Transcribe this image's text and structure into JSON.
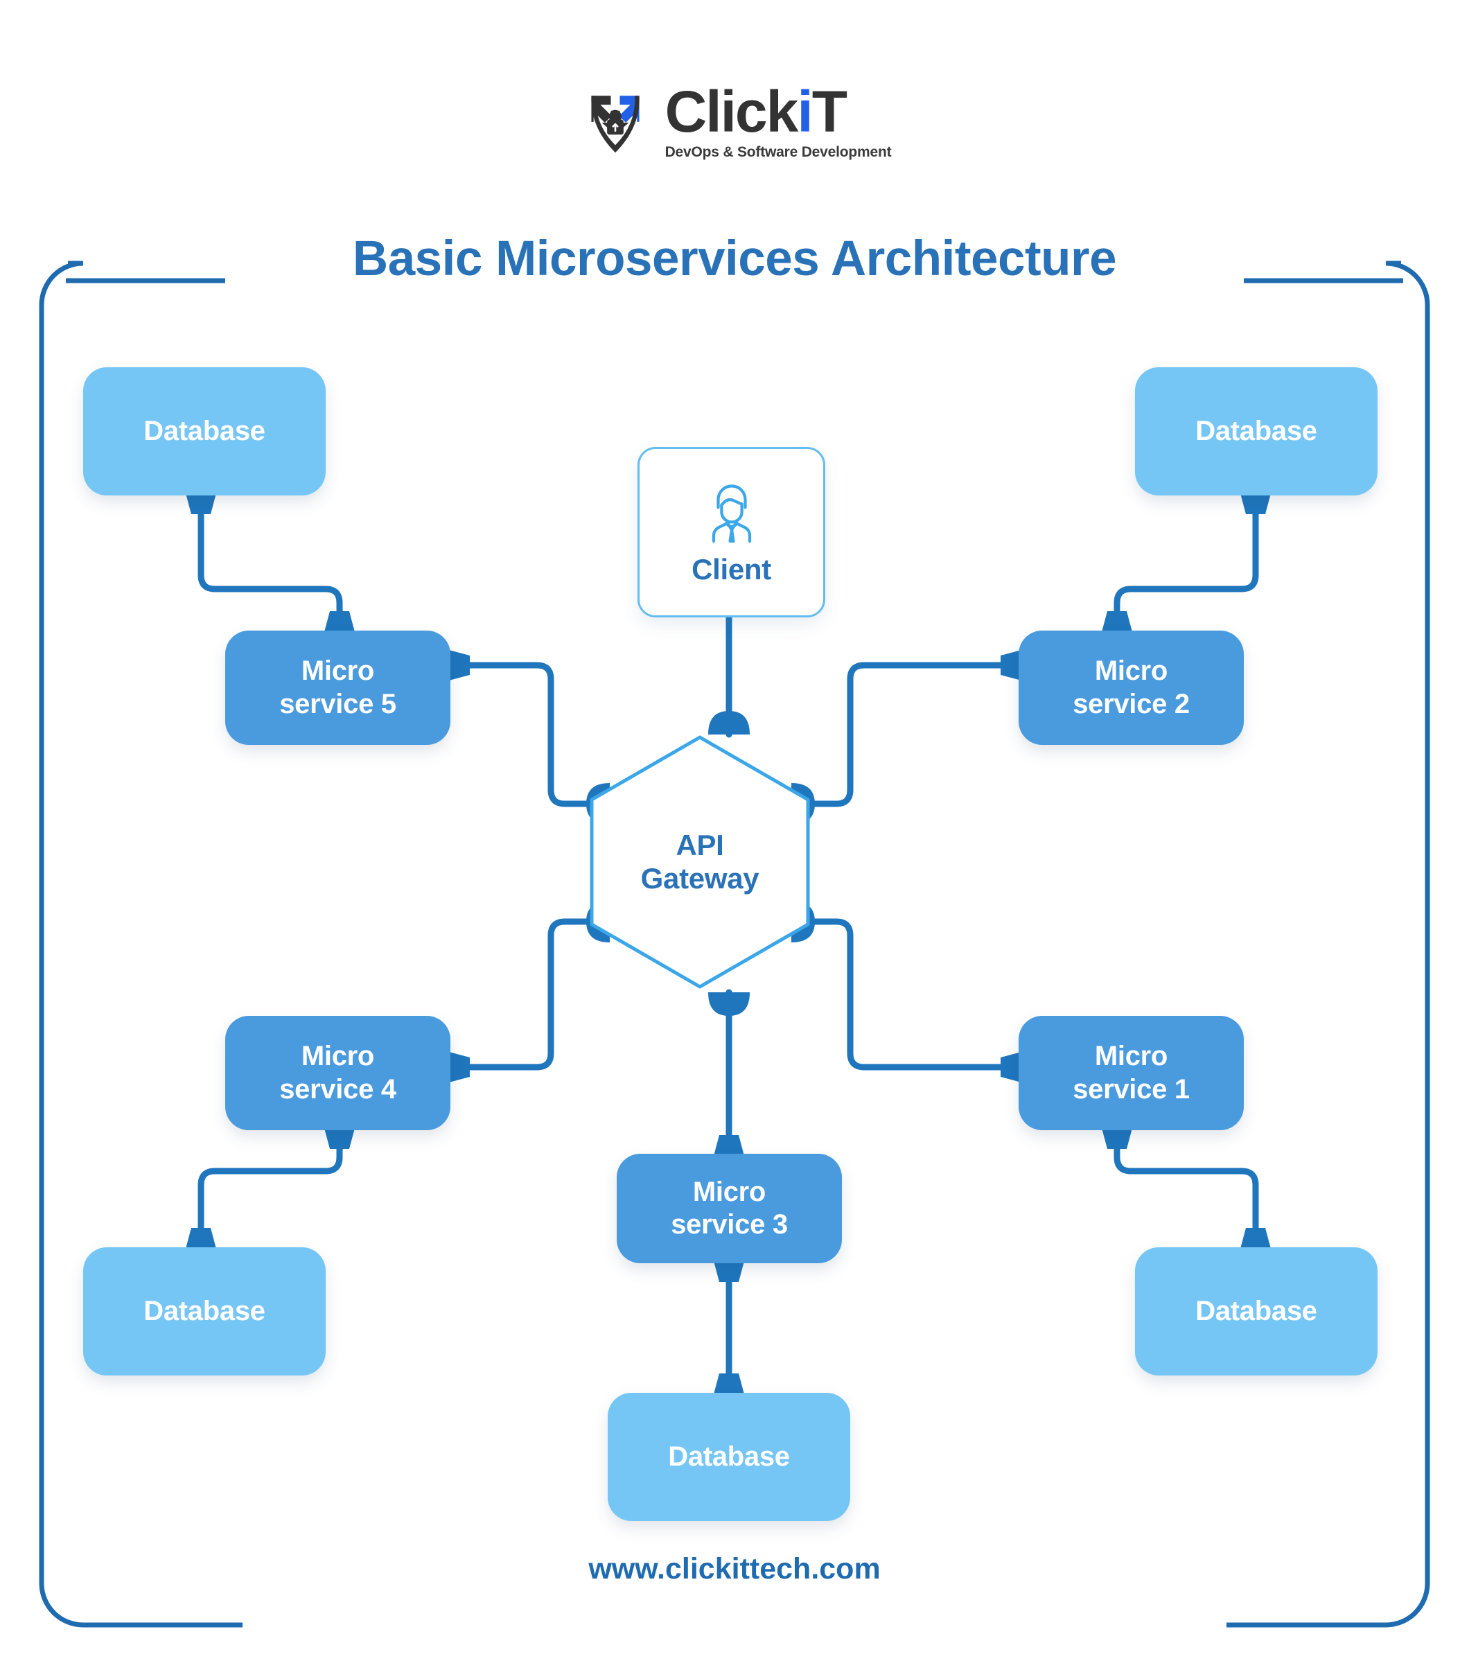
{
  "brand": {
    "logo_word_main": "Click",
    "logo_word_accent": "i",
    "logo_word_end": "T",
    "logo_full": "ClickiT",
    "tagline": "DevOps & Software Development",
    "logo_icon": "shield-lock-arrows-icon"
  },
  "diagram": {
    "title": "Basic Microservices Architecture",
    "footer_url": "www.clickittech.com"
  },
  "nodes": {
    "client": {
      "label": "Client",
      "icon": "user-avatar-icon"
    },
    "gateway": {
      "line1": "API",
      "line2": "Gateway"
    },
    "services": [
      {
        "id": "ms1",
        "line1": "Micro",
        "line2": "service 1"
      },
      {
        "id": "ms2",
        "line1": "Micro",
        "line2": "service 2"
      },
      {
        "id": "ms3",
        "line1": "Micro",
        "line2": "service 3"
      },
      {
        "id": "ms4",
        "line1": "Micro",
        "line2": "service 4"
      },
      {
        "id": "ms5",
        "line1": "Micro",
        "line2": "service 5"
      }
    ],
    "databases": [
      {
        "id": "db-top-left",
        "label": "Database"
      },
      {
        "id": "db-top-right",
        "label": "Database"
      },
      {
        "id": "db-bottom-left",
        "label": "Database"
      },
      {
        "id": "db-bottom-right",
        "label": "Database"
      },
      {
        "id": "db-bottom-center",
        "label": "Database"
      }
    ]
  },
  "colors": {
    "title_blue": "#2a72b8",
    "frame_blue": "#1f6bb0",
    "database_fill": "#76c6f5",
    "service_fill": "#4a9ade",
    "connector": "#1f76bd",
    "hex_border": "#3ba7e8",
    "client_border": "#62bdf0",
    "logo_accent": "#2360e8"
  }
}
